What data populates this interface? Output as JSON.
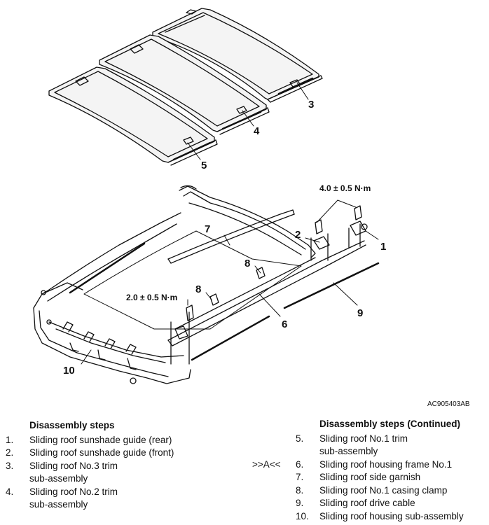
{
  "figure": {
    "code": "AC905403AB",
    "callouts": [
      "1",
      "2",
      "3",
      "4",
      "5",
      "6",
      "7",
      "8",
      "8",
      "9",
      "10"
    ],
    "torque_upper": "4.0 ± 0.5 N·m",
    "torque_lower": "2.0 ± 0.5 N·m"
  },
  "steps_left": {
    "title": "Disassembly steps",
    "items": [
      {
        "num": "1.",
        "lines": [
          "Sliding roof sunshade guide (rear)"
        ]
      },
      {
        "num": "2.",
        "lines": [
          "Sliding roof sunshade guide (front)"
        ]
      },
      {
        "num": "3.",
        "lines": [
          "Sliding roof No.3 trim",
          "sub-assembly"
        ]
      },
      {
        "num": "4.",
        "lines": [
          "Sliding roof No.2 trim",
          "sub-assembly"
        ]
      }
    ]
  },
  "steps_right": {
    "title": "Disassembly steps (Continued)",
    "items": [
      {
        "num": "5.",
        "mark": "",
        "lines": [
          "Sliding roof No.1 trim",
          "sub-assembly"
        ]
      },
      {
        "num": "6.",
        "mark": ">>A<<",
        "lines": [
          "Sliding roof housing frame No.1"
        ]
      },
      {
        "num": "7.",
        "mark": "",
        "lines": [
          "Sliding roof side garnish"
        ]
      },
      {
        "num": "8.",
        "mark": "",
        "lines": [
          "Sliding roof No.1 casing clamp"
        ]
      },
      {
        "num": "9.",
        "mark": "",
        "lines": [
          "Sliding roof drive cable"
        ]
      },
      {
        "num": "10.",
        "mark": "",
        "lines": [
          "Sliding roof housing sub-assembly"
        ]
      }
    ]
  }
}
